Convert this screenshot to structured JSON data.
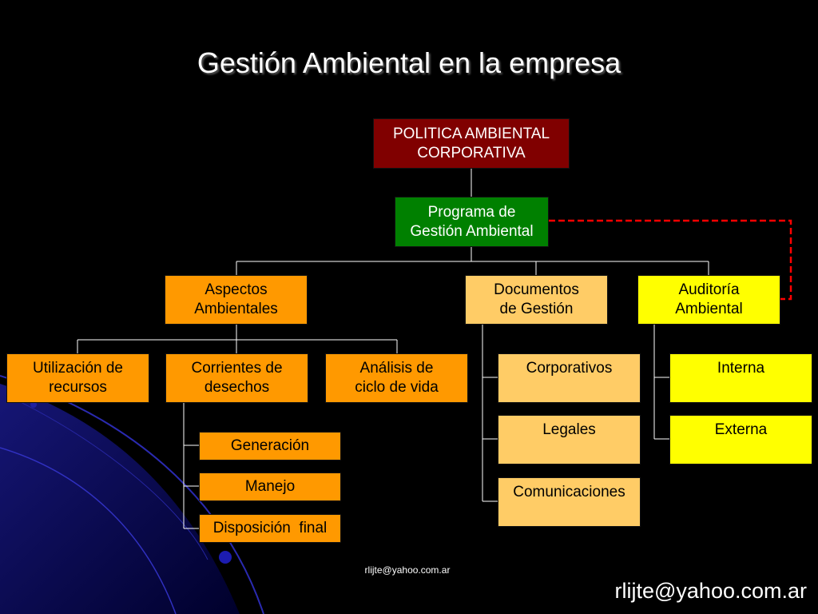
{
  "title": "Gestión Ambiental en la empresa",
  "colors": {
    "politica": "#800000",
    "programa": "#008000",
    "orange": "#ff9900",
    "light_orange": "#ffcc66",
    "yellow": "#ffff00",
    "dashed_link": "#ff0000",
    "connector": "#ffffff"
  },
  "nodes": {
    "politica": {
      "lines": [
        "POLITICA AMBIENTAL",
        "CORPORATIVA"
      ]
    },
    "programa": {
      "lines": [
        "Programa de",
        "Gestión Ambiental"
      ]
    },
    "aspectos": {
      "lines": [
        "Aspectos",
        "Ambientales"
      ]
    },
    "documentos": {
      "lines": [
        "Documentos",
        "de Gestión"
      ]
    },
    "auditoria": {
      "lines": [
        "Auditoría",
        "Ambiental"
      ]
    },
    "utilizacion": {
      "lines": [
        "Utilización de",
        "recursos"
      ]
    },
    "corrientes": {
      "lines": [
        "Corrientes de",
        "desechos"
      ]
    },
    "analisis": {
      "lines": [
        "Análisis de",
        "ciclo de vida"
      ]
    },
    "generacion": {
      "lines": [
        "Generación"
      ]
    },
    "manejo": {
      "lines": [
        "Manejo"
      ]
    },
    "disposicion": {
      "lines": [
        "Disposición  final"
      ]
    },
    "corporativos": {
      "lines": [
        "Corporativos"
      ]
    },
    "legales": {
      "lines": [
        "Legales"
      ]
    },
    "comunicaciones": {
      "lines": [
        "Comunicaciones"
      ]
    },
    "interna": {
      "lines": [
        "Interna"
      ]
    },
    "externa": {
      "lines": [
        "Externa"
      ]
    }
  },
  "footer": {
    "small_email": "rlijte@yahoo.com.ar",
    "large_email": "rlijte@yahoo.com.ar"
  }
}
